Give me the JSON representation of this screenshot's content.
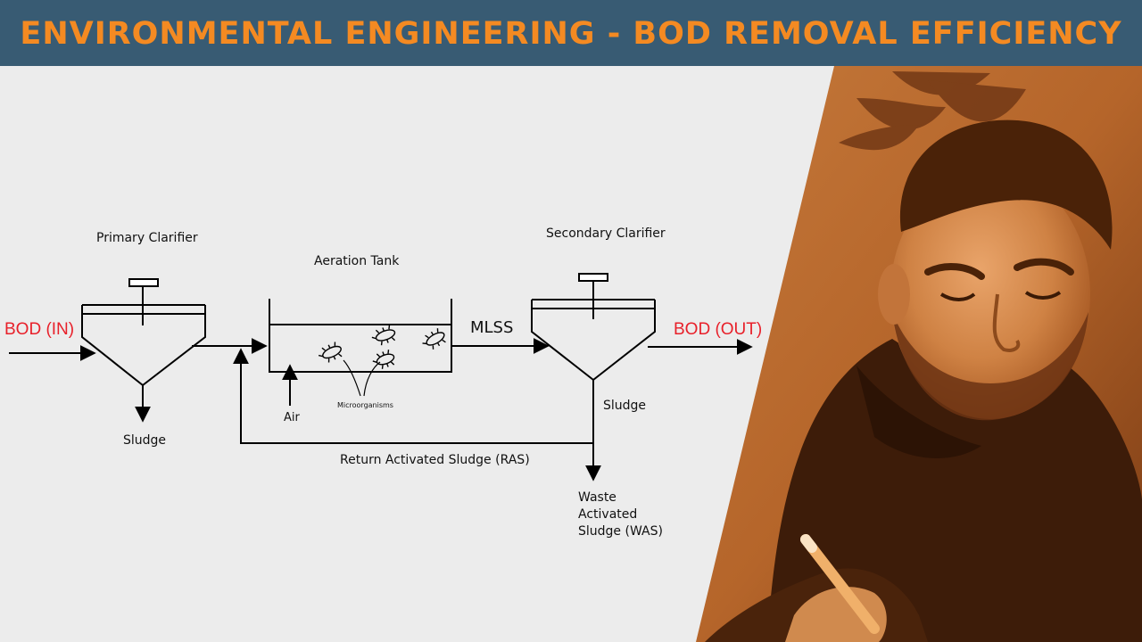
{
  "header": {
    "title": "ENVIRONMENTAL ENGINEERING - BOD REMOVAL EFFICIENCY"
  },
  "colors": {
    "header_bg": "#385b73",
    "title": "#f48a22",
    "photo_tint": "#c8732b",
    "bod_label": "#e8202a"
  },
  "diagram": {
    "bod_in": "BOD (IN)",
    "bod_out": "BOD (OUT)",
    "primary_clarifier": "Primary Clarifier",
    "aeration_tank": "Aeration Tank",
    "secondary_clarifier": "Secondary Clarifier",
    "mlss": "MLSS",
    "air": "Air",
    "microorganisms": "Microorganisms",
    "sludge_primary": "Sludge",
    "sludge_secondary": "Sludge",
    "ras": "Return Activated Sludge (RAS)",
    "was_line1": "Waste",
    "was_line2": "Activated",
    "was_line3": "Sludge (WAS)"
  }
}
